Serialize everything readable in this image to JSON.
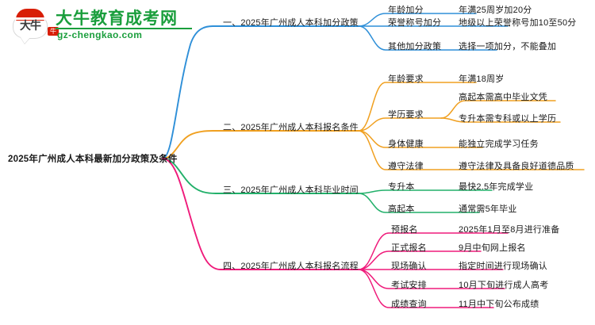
{
  "logo": {
    "name": "大牛教育成考网",
    "domain": "gz-chengkao.com",
    "mark_glyph": "大牛",
    "badge": "牛",
    "brand_color": "#1a9e3c",
    "mark_color": "#d81e06"
  },
  "mindmap": {
    "root": {
      "label": "2025年广州成人本科最新加分政策及条件"
    },
    "branches": [
      {
        "index": "1",
        "label": "一、2025年广州成人本科加分政策",
        "color": "#2e8fd8",
        "children": [
          {
            "label": "年龄加分",
            "detail": "年满25周岁加20分"
          },
          {
            "label": "荣誉称号加分",
            "detail": "地级以上荣誉称号加10至50分"
          },
          {
            "label": "其他加分政策",
            "detail": "选择一项加分，不能叠加"
          }
        ]
      },
      {
        "index": "2",
        "label": "二、2025年广州成人本科报名条件",
        "color": "#f0a020",
        "children": [
          {
            "label": "年龄要求",
            "detail": "年满18周岁"
          },
          {
            "label": "学历要求",
            "details": [
              "高起本需高中毕业文凭",
              "专升本需专科或以上学历"
            ]
          },
          {
            "label": "身体健康",
            "detail": "能独立完成学习任务"
          },
          {
            "label": "遵守法律",
            "detail": "遵守法律及具备良好道德品质"
          }
        ]
      },
      {
        "index": "3",
        "label": "三、2025年广州成人本科毕业时间",
        "color": "#22b06a",
        "children": [
          {
            "label": "专升本",
            "detail": "最快2.5年完成学业"
          },
          {
            "label": "高起本",
            "detail": "通常需5年毕业"
          }
        ]
      },
      {
        "index": "4",
        "label": "四、2025年广州成人本科报名流程",
        "color": "#ef1b7b",
        "children": [
          {
            "label": "预报名",
            "detail": "2025年1月至8月进行准备"
          },
          {
            "label": "正式报名",
            "detail": "9月中旬网上报名"
          },
          {
            "label": "现场确认",
            "detail": "指定时间进行现场确认"
          },
          {
            "label": "考试安排",
            "detail": "10月下旬进行成人高考"
          },
          {
            "label": "成绩查询",
            "detail": "11月中下旬公布成绩"
          }
        ]
      }
    ]
  }
}
